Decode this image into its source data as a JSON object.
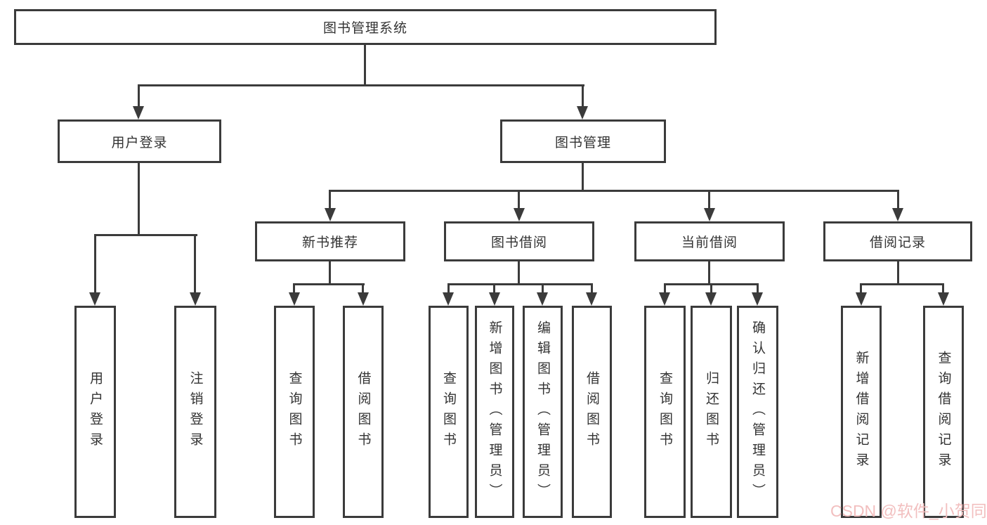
{
  "diagram": {
    "title": "图书管理系统",
    "tree": {
      "root": {
        "label": "图书管理系统"
      },
      "branches": [
        {
          "label": "用户登录",
          "children": [
            {
              "label": "用户登录"
            },
            {
              "label": "注销登录"
            }
          ]
        },
        {
          "label": "图书管理",
          "children": [
            {
              "label": "新书推荐",
              "children": [
                {
                  "label": "查询图书"
                },
                {
                  "label": "借阅图书"
                }
              ]
            },
            {
              "label": "图书借阅",
              "children": [
                {
                  "label": "查询图书"
                },
                {
                  "label": "新增图书（管理员）"
                },
                {
                  "label": "编辑图书（管理员）"
                },
                {
                  "label": "借阅图书"
                }
              ]
            },
            {
              "label": "当前借阅",
              "children": [
                {
                  "label": "查询图书"
                },
                {
                  "label": "归还图书"
                },
                {
                  "label": "确认归还（管理员）"
                }
              ]
            },
            {
              "label": "借阅记录",
              "children": [
                {
                  "label": "新增借阅记录"
                },
                {
                  "label": "查询借阅记录"
                }
              ]
            }
          ]
        }
      ]
    },
    "colors": {
      "line": "#3b3b3b",
      "text": "#333333",
      "background": "#ffffff"
    }
  },
  "watermark": {
    "text": "CSDN @软件_小贺同学",
    "color": "#f2bfbf"
  }
}
